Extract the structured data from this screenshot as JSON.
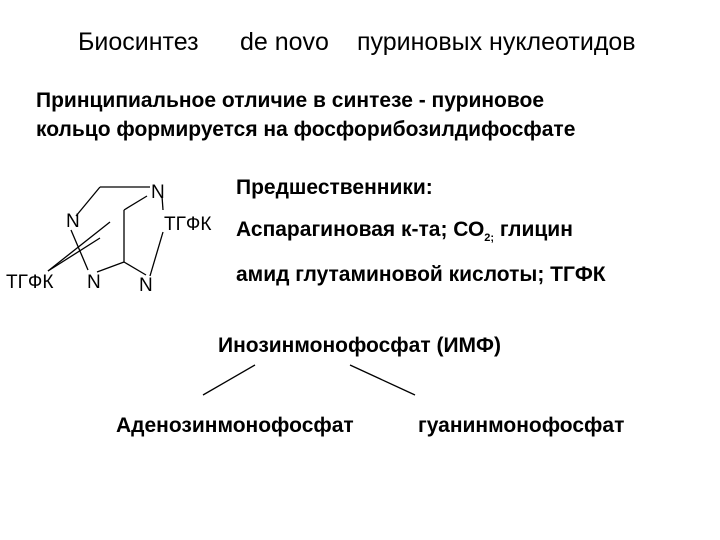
{
  "title": {
    "part1": "Биосинтез",
    "part2": "de novo",
    "part3": "пуриновых нуклеотидов"
  },
  "subtitle": {
    "line1": "Принципиальное отличие в синтезе - пуриновое",
    "line2": "кольцо формируется на фосфорибозилдифосфате"
  },
  "structure": {
    "atom_n_top": "N",
    "atom_n_left": "N",
    "atom_n_bottom_left": "N",
    "atom_n_bottom_right": "N",
    "label_tgfk_right": "ТГФК",
    "label_tgfk_left": "ТГФК"
  },
  "precursors": {
    "heading": "Предшественники:",
    "line1_a": "Аспарагиновая к-та;  СО",
    "line1_sub": "2;",
    "line1_b": " глицин",
    "line2": "амид глутаминовой кислоты; ТГФК"
  },
  "imp": "Инозинмонофосфат (ИМФ)",
  "products": {
    "amp": "Аденозинмонофосфат",
    "gmp": "гуанинмонофосфат"
  },
  "colors": {
    "text": "#000000",
    "background": "#ffffff"
  }
}
